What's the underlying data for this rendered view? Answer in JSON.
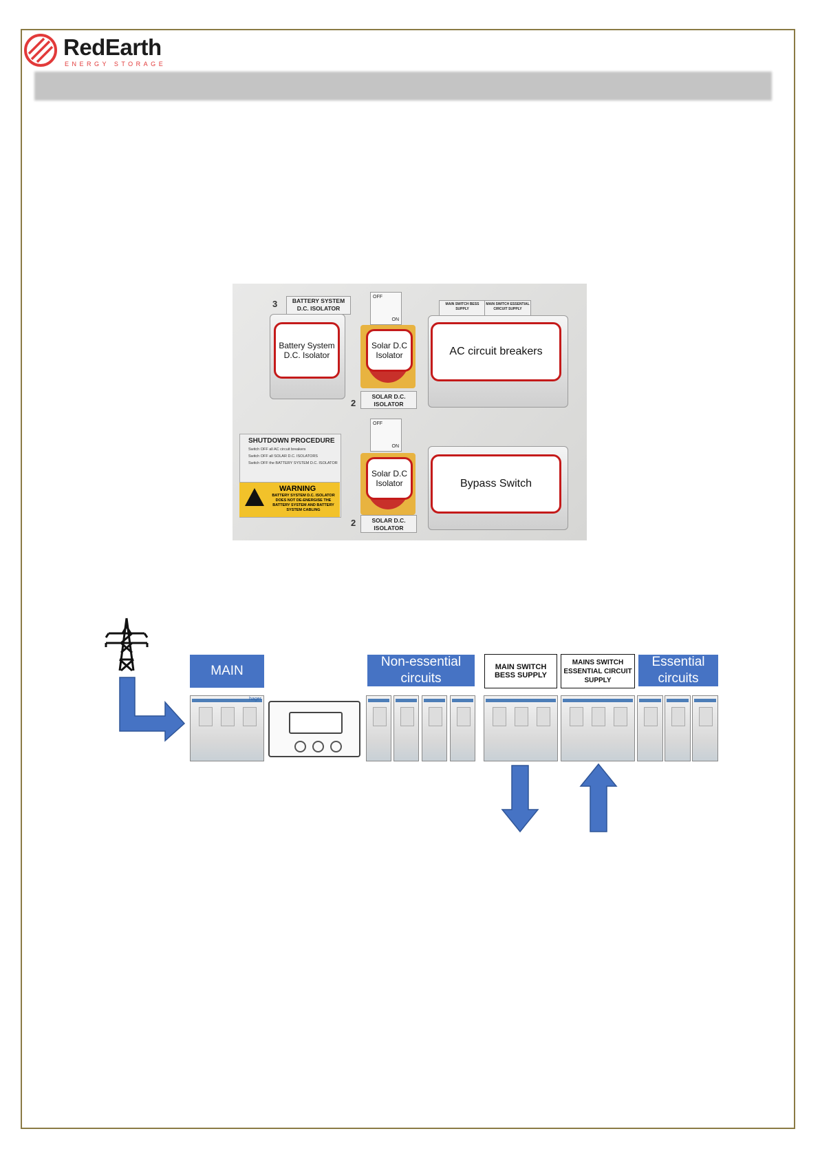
{
  "brand": {
    "name": "RedEarth",
    "tagline": "ENERGY STORAGE",
    "accent": "#e23a3a"
  },
  "photo": {
    "callouts": {
      "battery": "Battery System D.C. Isolator",
      "solar_top": "Solar D.C Isolator",
      "solar_bottom": "Solar D.C Isolator",
      "ac": "AC circuit breakers",
      "bypass": "Bypass Switch"
    },
    "plates": {
      "battery_plate": "BATTERY SYSTEM D.C. ISOLATOR",
      "solar_plate_top": "SOLAR D.C. ISOLATOR",
      "solar_plate_bottom": "SOLAR D.C. ISOLATOR",
      "main_switch_bess": "MAIN SWITCH BESS SUPPLY",
      "main_switch_essential": "MAIN SWITCH ESSENTIAL CIRCUIT SUPPLY"
    },
    "numbers": {
      "three": "3",
      "two_top": "2",
      "two_bottom": "2"
    },
    "off_label": "OFF",
    "on_label": "ON",
    "shutdown": {
      "title": "SHUTDOWN PROCEDURE",
      "steps": [
        "Switch OFF all AC circuit breakers",
        "Switch OFF all SOLAR D.C. ISOLATORS",
        "Switch OFF the BATTERY SYSTEM D.C. ISOLATOR"
      ],
      "warning_title": "WARNING",
      "warning_text": "BATTERY SYSTEM D.C. ISOLATOR DOES NOT DE-ENERGISE THE BATTERY SYSTEM AND BATTERY SYSTEM CABLING"
    }
  },
  "diagram": {
    "main": "MAIN",
    "non_essential": "Non-essential circuits",
    "main_switch_bess": "MAIN SWITCH BESS SUPPLY",
    "mains_switch_essential": "MAINS SWITCH ESSENTIAL CIRCUIT SUPPLY",
    "essential": "Essential circuits",
    "breaker_brand": "hager",
    "arrow_color": "#4673c4"
  }
}
